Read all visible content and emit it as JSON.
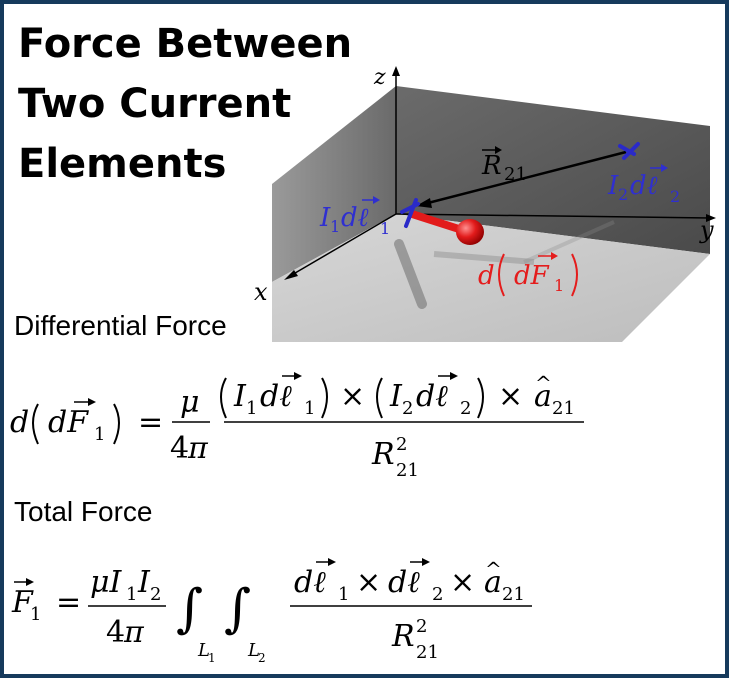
{
  "slide": {
    "title": "Force Between Two Current Elements",
    "headings": {
      "differential": "Differential Force",
      "total": "Total Force"
    }
  },
  "figure": {
    "axes": {
      "x": "x",
      "y": "y",
      "z": "z"
    },
    "labels": {
      "r21": "R⃗21",
      "element1": "I1dℓ⃗1",
      "element2": "I2dℓ⃗2",
      "force": "d(dF⃗1)"
    },
    "colors": {
      "element": "#2f2fd0",
      "force": "#e41c1c",
      "vector": "#000000"
    }
  },
  "equations": {
    "differential": "d(dF⃗1) = (μ/4π) · (I1dℓ⃗1) × (I2dℓ⃗2) × â21 / R21²",
    "total": "F⃗1 = (μI1I2/4π) ∫L1 ∫L2 dℓ⃗1 × dℓ⃗2 × â21 / R21²"
  }
}
